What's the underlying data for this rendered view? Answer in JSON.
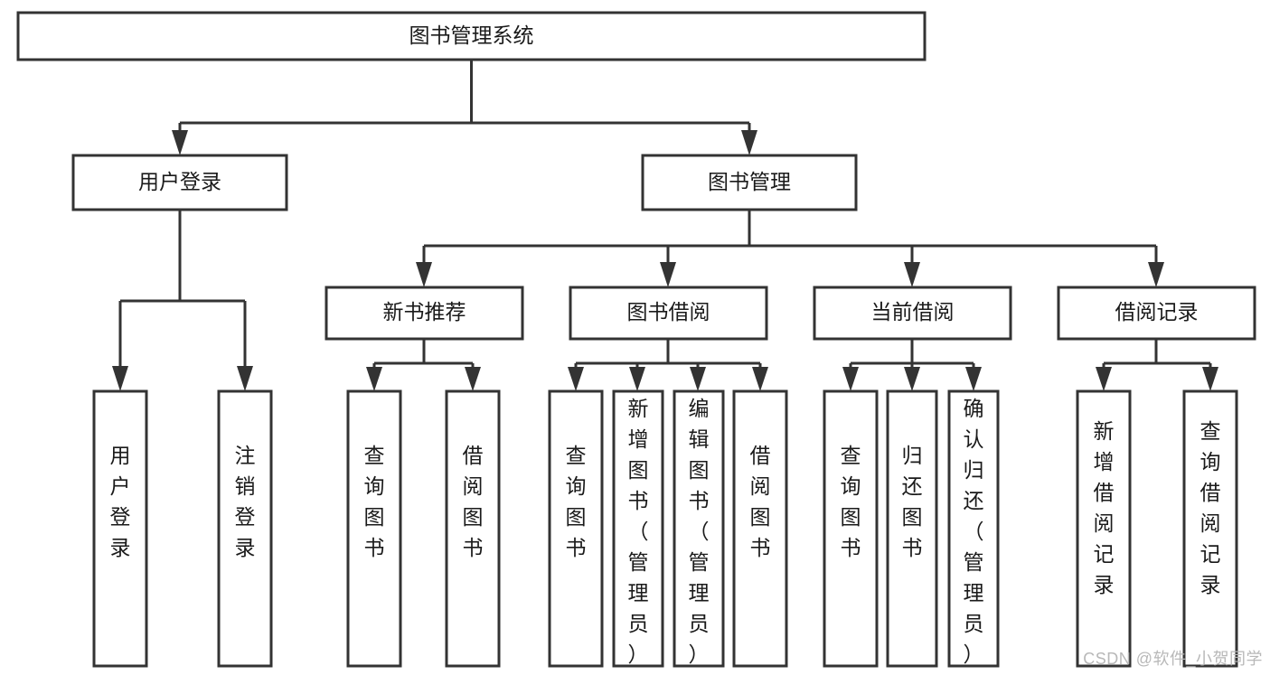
{
  "diagram": {
    "type": "tree-hierarchy",
    "title": "图书管理系统",
    "watermark": "CSDN @软件_小贺同学",
    "colors": {
      "box_stroke": "#333333",
      "box_fill": "#ffffff",
      "text": "#1a1a1a",
      "watermark": "#b8b8b8",
      "background": "#ffffff"
    },
    "nodes": {
      "root": {
        "label": "图书管理系统"
      },
      "level2": [
        {
          "id": "user-login",
          "label": "用户登录"
        },
        {
          "id": "book-management",
          "label": "图书管理"
        }
      ],
      "level3": [
        {
          "id": "new-book-recommend",
          "label": "新书推荐"
        },
        {
          "id": "book-borrow",
          "label": "图书借阅"
        },
        {
          "id": "current-borrow",
          "label": "当前借阅"
        },
        {
          "id": "borrow-record",
          "label": "借阅记录"
        }
      ],
      "leaves": {
        "user-login": [
          {
            "id": "leaf-user-login",
            "label": "用户登录"
          },
          {
            "id": "leaf-logout-login",
            "label": "注销登录"
          }
        ],
        "new-book-recommend": [
          {
            "id": "leaf-query-book-1",
            "label": "查询图书"
          },
          {
            "id": "leaf-borrow-book-1",
            "label": "借阅图书"
          }
        ],
        "book-borrow": [
          {
            "id": "leaf-query-book-2",
            "label": "查询图书"
          },
          {
            "id": "leaf-add-book",
            "label": "新增图书（管理员）"
          },
          {
            "id": "leaf-edit-book",
            "label": "编辑图书（管理员）"
          },
          {
            "id": "leaf-borrow-book-2",
            "label": "借阅图书"
          }
        ],
        "current-borrow": [
          {
            "id": "leaf-query-book-3",
            "label": "查询图书"
          },
          {
            "id": "leaf-return-book",
            "label": "归还图书"
          },
          {
            "id": "leaf-confirm-return",
            "label": "确认归还（管理员）"
          }
        ],
        "borrow-record": [
          {
            "id": "leaf-add-borrow-record",
            "label": "新增借阅记录"
          },
          {
            "id": "leaf-query-borrow-record",
            "label": "查询借阅记录"
          }
        ]
      }
    }
  }
}
